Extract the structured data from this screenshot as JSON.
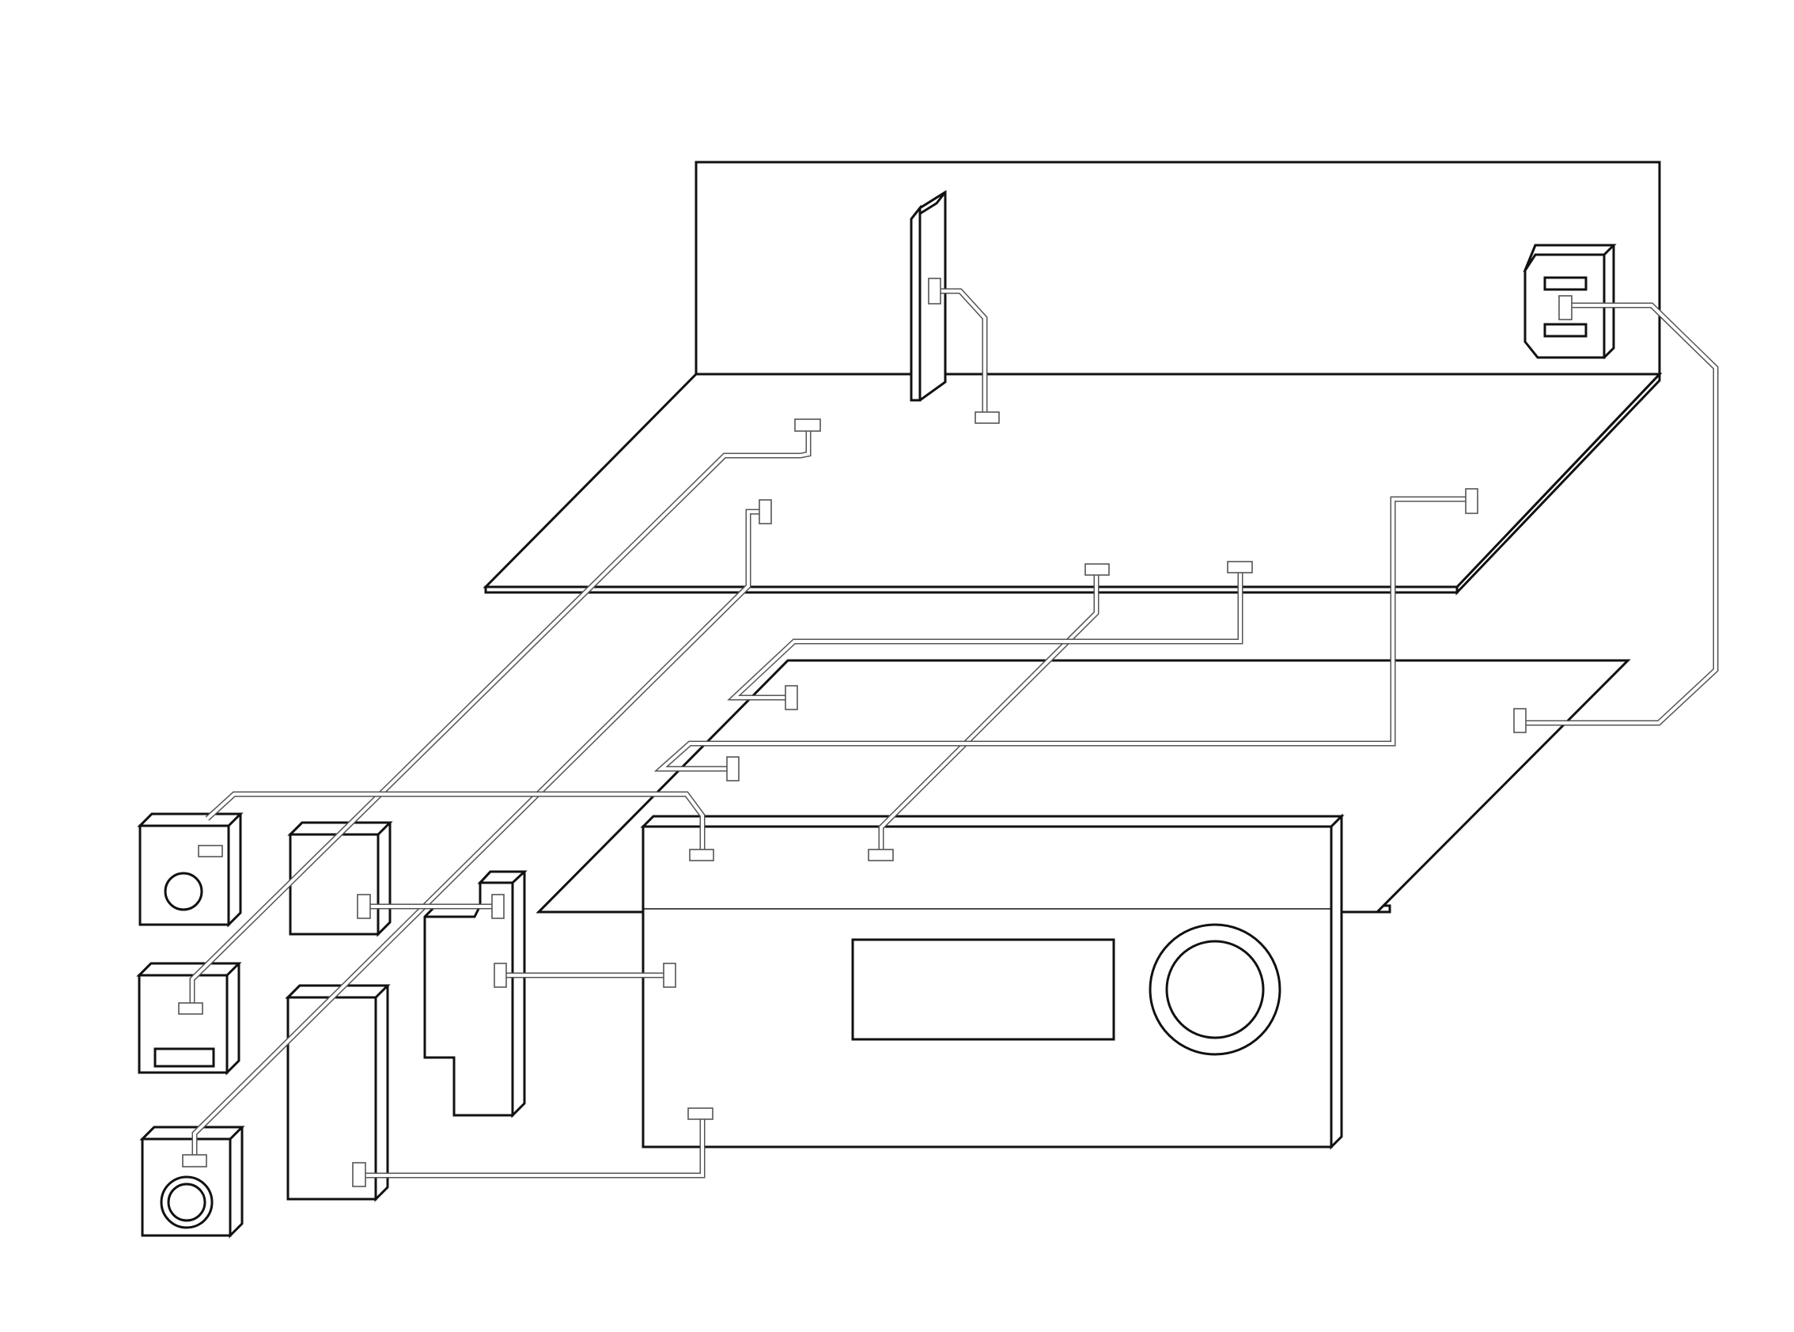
{
  "colors": {
    "background": "#ffffff",
    "stroke": "#111111",
    "wire_stroke": "#555555"
  },
  "components": {
    "back_panel": "back-panel",
    "upper_board": "upper-circuit-board",
    "lower_board": "lower-circuit-board",
    "vertical_daughter_card": "vertical-daughter-card",
    "power_inlet": "ac-power-inlet",
    "front_panel": "front-panel",
    "front_display": "lcd-display",
    "front_knob": "rotary-knob",
    "speaker_top": "speaker-module-top",
    "display_module": "display-module",
    "speaker_bottom": "speaker-module-bottom",
    "small_block": "small-block-module",
    "tall_block": "tall-block-module",
    "stepped_bracket": "stepped-bracket-module"
  }
}
